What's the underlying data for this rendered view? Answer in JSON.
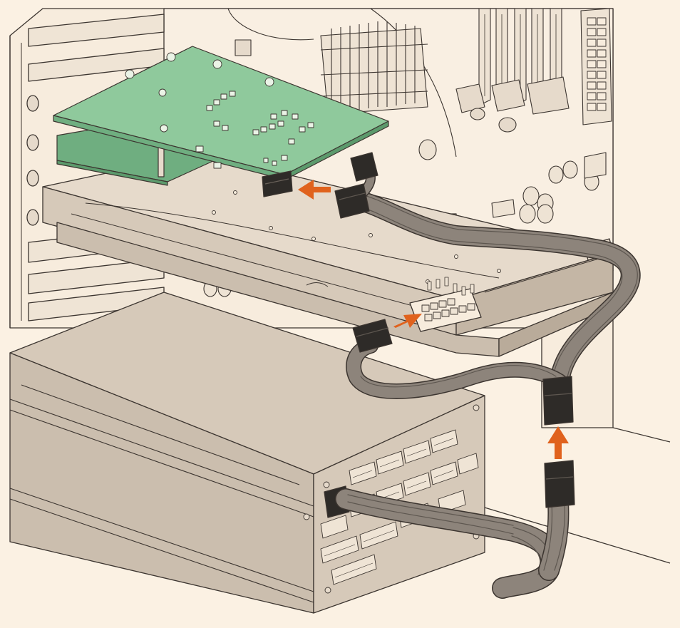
{
  "diagram": {
    "subject": "pc-interior-gpu-power-installation",
    "colors": {
      "background": "#fbf1e3",
      "line": "#3c3530",
      "chassis": "#f7ecdd",
      "metal_light": "#e6dacb",
      "metal": "#d6c9b9",
      "metal_dark": "#c4b6a5",
      "pcb": "#8fc99c",
      "pcb_dark": "#6fae80",
      "connector": "#2e2b28",
      "cable": "#8d847b",
      "cable_dark": "#5e5750",
      "arrow": "#e0621d"
    },
    "callouts": [
      {
        "name": "arrow-to-capture-card-power",
        "direction": "left"
      },
      {
        "name": "arrow-to-gpu-power",
        "direction": "up-right"
      },
      {
        "name": "arrow-cable-joint",
        "direction": "up"
      }
    ]
  }
}
